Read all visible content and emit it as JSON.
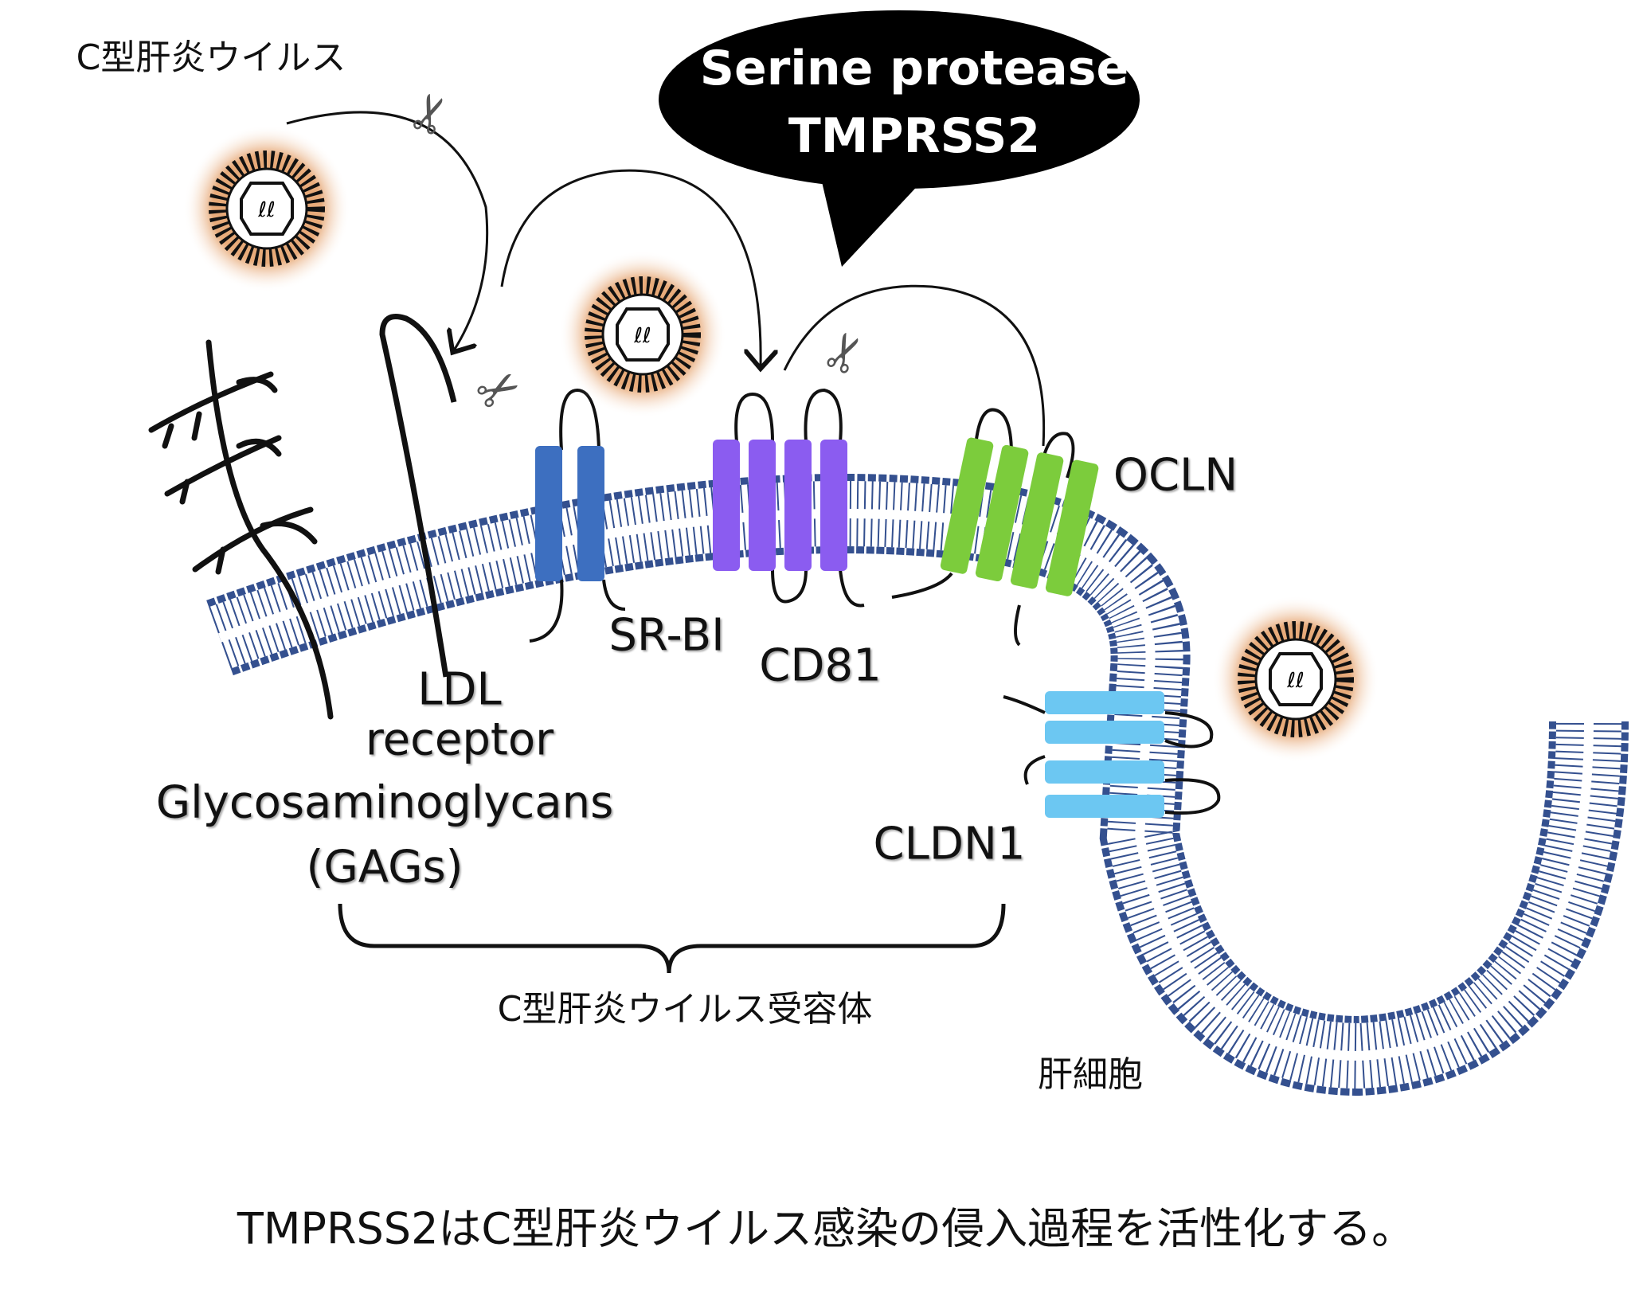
{
  "virus_label": "C型肝炎ウイルス",
  "protease_bubble": {
    "line1": "Serine protease",
    "line2": "TMPRSS2"
  },
  "receptors": {
    "ldl_line1": "LDL",
    "ldl_line2": "receptor",
    "gags_line1": "Glycosaminoglycans",
    "gags_line2": "(GAGs)",
    "srbi": "SR-BI",
    "cd81": "CD81",
    "ocln": "OCLN",
    "cldn1": "CLDN1"
  },
  "receptor_group_label": "C型肝炎ウイルス受容体",
  "cell_label": "肝細胞",
  "caption": "TMPRSS2はC型肝炎ウイルス感染の侵入過程を活性化する。",
  "colors": {
    "membrane": "#34508f",
    "srbi": "#3d6fc0",
    "cd81": "#8b5cf0",
    "ocln": "#7ccc3c",
    "cldn1": "#6cc7f2",
    "virus_halo": "#e2a06a"
  }
}
